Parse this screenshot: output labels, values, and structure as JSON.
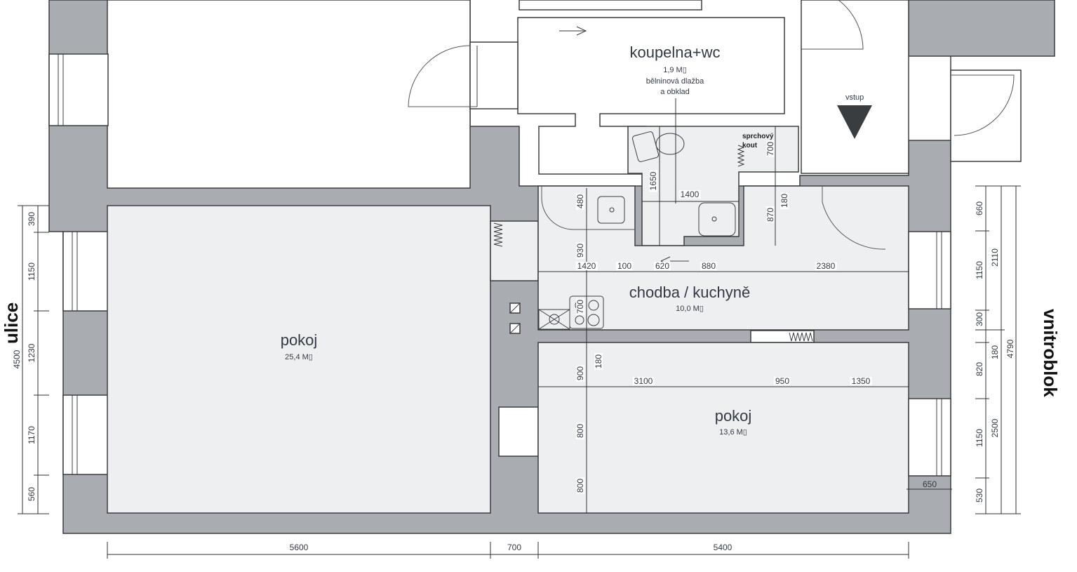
{
  "plan": {
    "orientation_left": "ulice",
    "orientation_right": "vnitroblok",
    "entrance_label": "vstup"
  },
  "rooms": [
    {
      "name": "koupelna+wc",
      "area": "1,9 M▯",
      "note_line1": "bělninová dlažba",
      "note_line2": "a obklad"
    },
    {
      "name": "chodba / kuchyně",
      "area": "10,0 M▯"
    },
    {
      "name": "pokoj",
      "area": "25,4 M▯"
    },
    {
      "name": "pokoj",
      "area": "13,6 M▯"
    }
  ],
  "annotations": {
    "shower_line1": "sprchový",
    "shower_line2": "kout"
  },
  "dimensions": {
    "bottom": [
      "5600",
      "700",
      "5400"
    ],
    "left_chain": [
      "390",
      "1150",
      "1230",
      "1170",
      "560"
    ],
    "left_total": "4500",
    "right_chain": [
      "660",
      "1150",
      "300",
      "820",
      "1150",
      "530"
    ],
    "right_mid": [
      "2110",
      "180",
      "2500"
    ],
    "right_total": "4790",
    "hall_row": [
      "1420",
      "100",
      "620",
      "880",
      "2380"
    ],
    "room_row": [
      "3100",
      "950",
      "1350"
    ],
    "kitchen_vertical": [
      "480",
      "930",
      "700",
      "900",
      "180",
      "800",
      "800"
    ],
    "bath": [
      "1650",
      "1400",
      "700",
      "870",
      "180"
    ],
    "window_right": "650"
  },
  "colors": {
    "wall": "#a9acb0",
    "room_floor": "#eeeff1",
    "line": "#3a3d40",
    "entrance_marker": "#3a3d40"
  }
}
